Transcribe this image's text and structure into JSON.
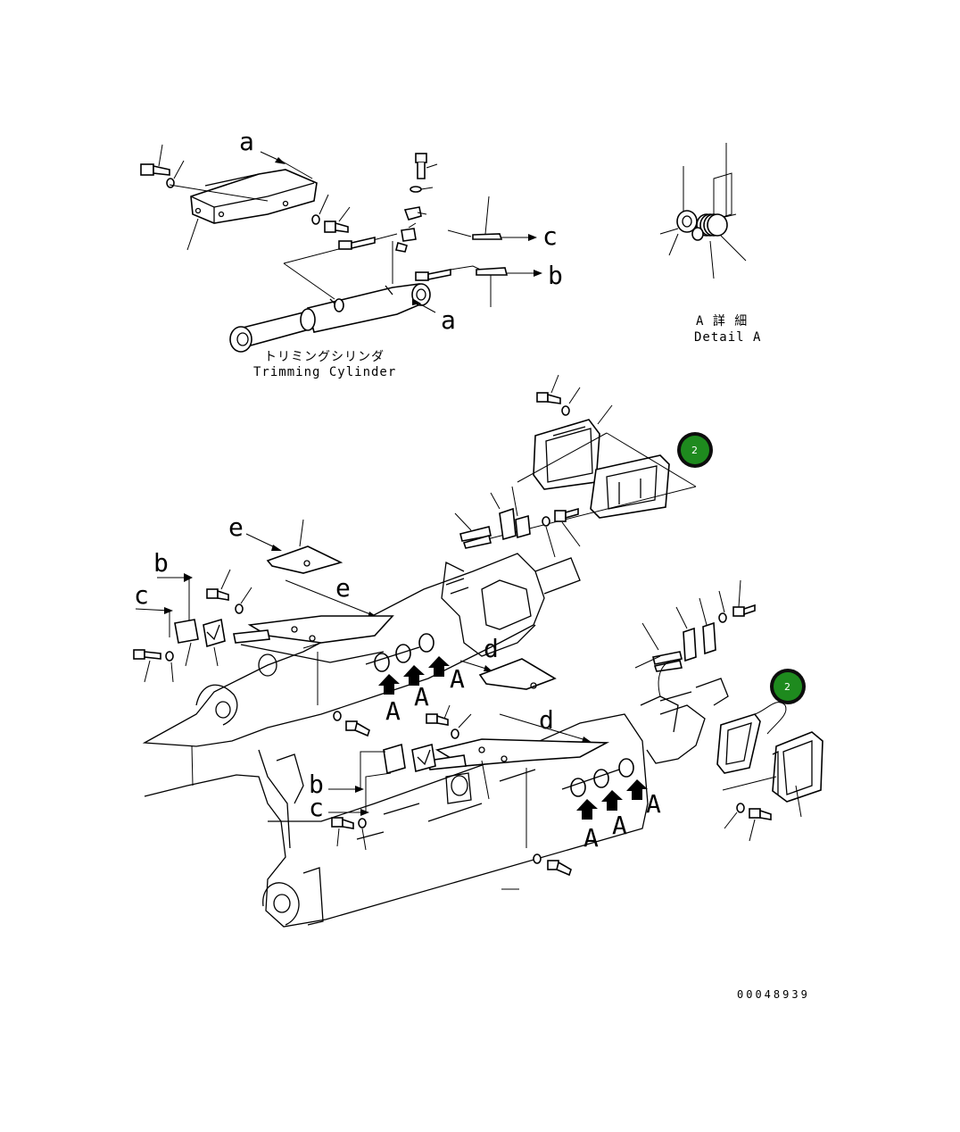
{
  "callouts": {
    "a_top": "a",
    "a_mid": "a",
    "b_top": "b",
    "c_top": "c",
    "b_left": "b",
    "c_left": "c",
    "e_top": "e",
    "e_mid": "e",
    "d_mid": "d",
    "d_low": "d",
    "b_low": "b",
    "c_low": "c",
    "A1": "A",
    "A2": "A",
    "A3": "A",
    "A4": "A",
    "A5": "A",
    "A6": "A"
  },
  "captions": {
    "trimming_jp": "トリミングシリンダ",
    "trimming_en": "Trimming Cylinder",
    "detail_jp": "A 詳 細",
    "detail_en": "Detail A"
  },
  "badges": [
    {
      "label": "2",
      "color": "#1e8a1e"
    },
    {
      "label": "2",
      "color": "#1e8a1e"
    }
  ],
  "reference_number": "00048939"
}
